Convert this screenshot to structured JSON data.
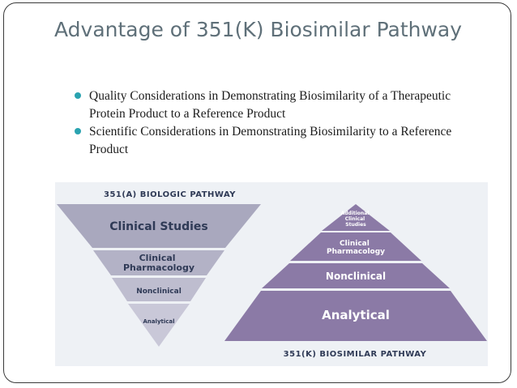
{
  "slide": {
    "title": "Advantage of 351(K) Biosimilar Pathway",
    "bullets": [
      "Quality Considerations in Demonstrating Biosimilarity of a Therapeutic Protein Product to a Reference Product",
      "Scientific Considerations in Demonstrating Biosimilarity to a Reference Product"
    ]
  },
  "diagram": {
    "left_pathway": {
      "label": "351(A) BIOLOGIC PATHWAY",
      "levels": [
        "Clinical Studies",
        "Clinical Pharmacology",
        "Nonclinical",
        "Analytical"
      ],
      "color": "#a9a8be"
    },
    "right_pathway": {
      "label": "351(K) BIOSIMILAR PATHWAY",
      "levels": [
        "Additional Clinical Studies",
        "Clinical Pharmacology",
        "Nonclinical",
        "Analytical"
      ],
      "color": "#8b7aa6"
    },
    "colors": {
      "background": "#eef1f5",
      "label_text": "#2f3a56",
      "level_text": "#2f3a56",
      "bullet": "#2aa3b0",
      "title": "#5f7079"
    }
  }
}
